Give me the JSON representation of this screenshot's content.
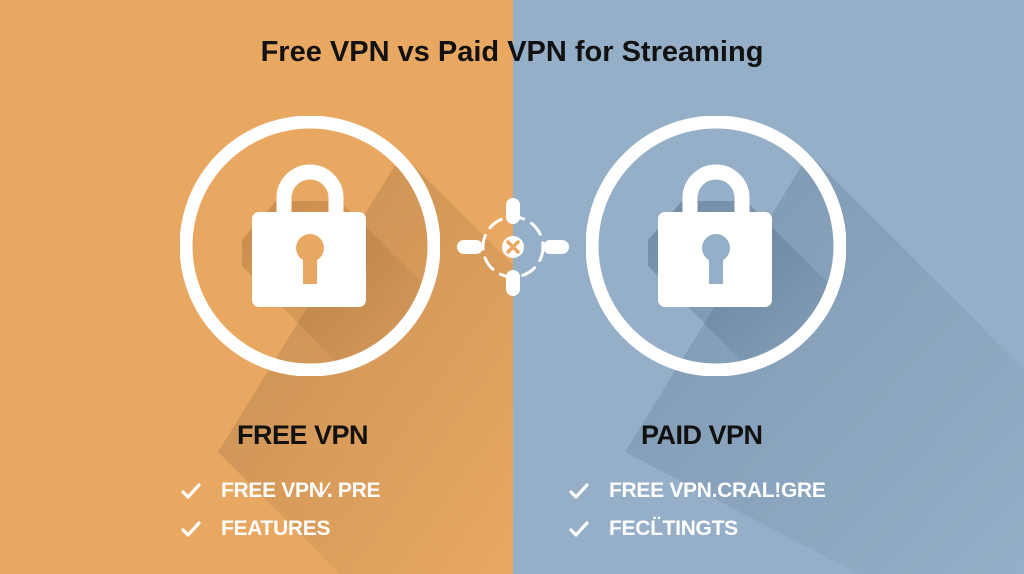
{
  "title": "Free VPN vs Paid VPN for Streaming",
  "colors": {
    "left_bg": "#E9A862",
    "right_bg": "#95AFC8",
    "icon": "#FFFFFF",
    "heading_text": "#111111",
    "feature_text": "#FFFFFF"
  },
  "left": {
    "icon": "padlock-in-circle-icon",
    "heading": "FREE VPN",
    "features": [
      {
        "icon": "checkmark-icon",
        "label": "FREE VPN⁄. PRE"
      },
      {
        "icon": "checkmark-icon",
        "label": "FEATURES"
      }
    ]
  },
  "center": {
    "icon": "crosshair-connector-icon"
  },
  "right": {
    "icon": "padlock-in-circle-icon",
    "heading": "PAID VPN",
    "features": [
      {
        "icon": "checkmark-icon",
        "label": "FREE VPN.CRAL!GRE"
      },
      {
        "icon": "checkmark-icon",
        "label": "FECL̈TINGTS"
      }
    ]
  }
}
